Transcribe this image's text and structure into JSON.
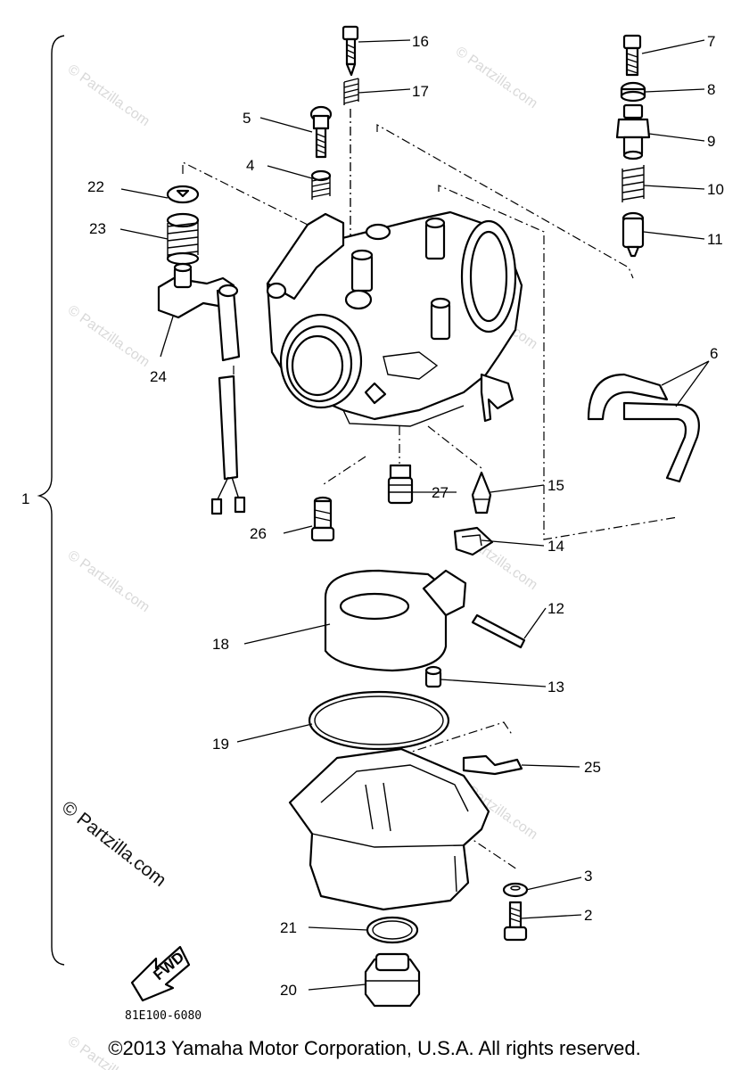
{
  "diagram": {
    "code": "81E100-6080",
    "fwd_label": "FWD",
    "watermark_text": "© Partzilla.com",
    "watermark_main": "© Partzilla.com",
    "callouts": {
      "c1": "1",
      "c2": "2",
      "c3": "3",
      "c4": "4",
      "c5": "5",
      "c6": "6",
      "c7": "7",
      "c8": "8",
      "c9": "9",
      "c10": "10",
      "c11": "11",
      "c12": "12",
      "c13": "13",
      "c14": "14",
      "c15": "15",
      "c16": "16",
      "c17": "17",
      "c18": "18",
      "c19": "19",
      "c20": "20",
      "c21": "21",
      "c22": "22",
      "c23": "23",
      "c24": "24",
      "c25": "25",
      "c26": "26",
      "c27": "27"
    }
  },
  "footer": {
    "copyright": "©2013  Yamaha Motor Corporation, U.S.A. All rights reserved."
  }
}
